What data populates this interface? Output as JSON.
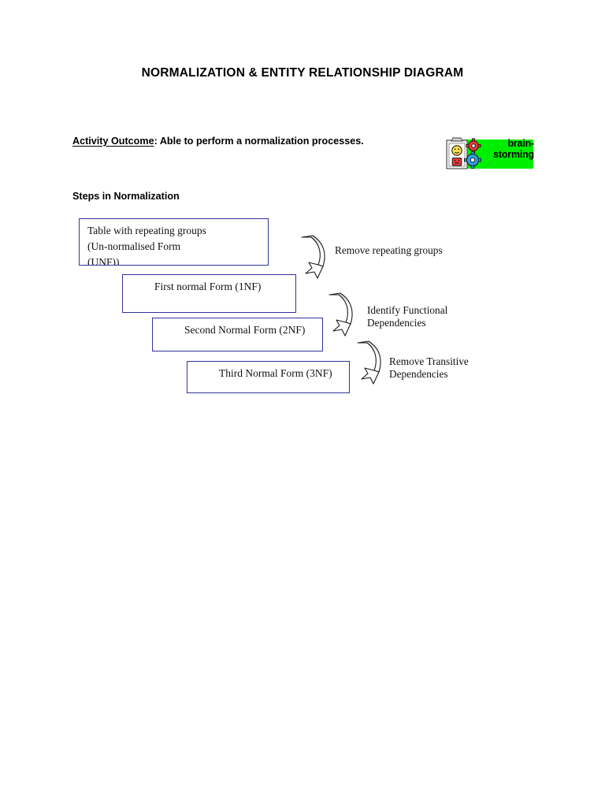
{
  "document": {
    "title": "NORMALIZATION & ENTITY RELATIONSHIP DIAGRAM",
    "background_color": "#ffffff"
  },
  "activity": {
    "label": "Activity Outcome",
    "separator": ": ",
    "text": "Able to perform a normalization processes."
  },
  "clipart": {
    "name": "brainstorming-clipart",
    "line1": "brain-",
    "line2": "storming",
    "background_color": "#00ef00",
    "icons": [
      "clipboard-icon",
      "smiley-face-icon",
      "sad-face-icon",
      "red-gear-icon",
      "blue-gear-icon"
    ]
  },
  "section": {
    "heading": "Steps in Normalization"
  },
  "diagram": {
    "box_border_color": "#33339a",
    "boxes": [
      {
        "id": "unf",
        "name": "box-unnormalised-form",
        "text": "Table with repeating groups\n(Un-normalised Form\n(UNF))"
      },
      {
        "id": "1nf",
        "name": "box-first-normal-form",
        "text": "First normal Form (1NF)"
      },
      {
        "id": "2nf",
        "name": "box-second-normal-form",
        "text": "Second Normal Form (2NF)"
      },
      {
        "id": "3nf",
        "name": "box-third-normal-form",
        "text": "Third Normal Form (3NF)"
      }
    ],
    "arrows": [
      {
        "id": "a1",
        "name": "curved-arrow-remove-repeating-groups",
        "label": "Remove repeating groups"
      },
      {
        "id": "a2",
        "name": "curved-arrow-identify-functional-dependencies",
        "label": "Identify Functional\nDependencies"
      },
      {
        "id": "a3",
        "name": "curved-arrow-remove-transitive-dependencies",
        "label": "Remove Transitive\nDependencies"
      }
    ]
  }
}
